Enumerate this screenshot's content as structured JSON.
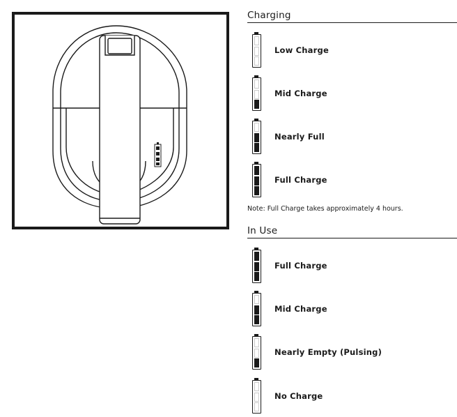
{
  "charging": {
    "title": "Charging",
    "items": [
      {
        "label": "Low Charge",
        "bars": [
          false,
          false,
          false
        ]
      },
      {
        "label": "Mid Charge",
        "bars": [
          false,
          false,
          true
        ]
      },
      {
        "label": "Nearly Full",
        "bars": [
          false,
          true,
          true
        ]
      },
      {
        "label": "Full Charge",
        "bars": [
          true,
          true,
          true
        ]
      }
    ],
    "note": "Note: Full Charge takes approximately 4 hours."
  },
  "in_use": {
    "title": "In Use",
    "items": [
      {
        "label": "Full Charge",
        "bars": [
          true,
          true,
          true
        ]
      },
      {
        "label": "Mid Charge",
        "bars": [
          false,
          true,
          true
        ]
      },
      {
        "label": "Nearly Empty (Pulsing)",
        "bars": [
          false,
          false,
          true
        ]
      },
      {
        "label": "No Charge",
        "bars": [
          false,
          false,
          false
        ]
      }
    ]
  },
  "colors": {
    "ink": "#1a1a1a",
    "empty_segment_outline": "#c9c9c9"
  },
  "icons": {
    "battery": "battery-indicator-icon"
  }
}
